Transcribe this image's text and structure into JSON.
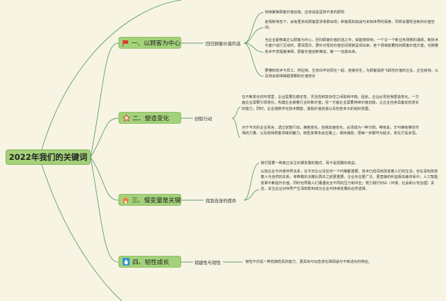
{
  "root": {
    "title": "2022年我们的关键词"
  },
  "branches": [
    {
      "title": "一、以顾客为中心",
      "icon": "red-flag-icon",
      "sub": "回归顾客价值的选",
      "leaves": [
        "持续聚焦顾客价值创造，应该说是坚持不变的原则",
        "疫情新常态下，会有更多的顾客需求场景出现；新格局的挑战与未知世界的探索，同样会展现全新的价值空间。",
        "当企业能够真正以顾客为中心，回归顾客价值的选之中，就能感受到，一个又一个新业务场景的涌现，新技术与客户进行互动时，更深层次、更针对性的价值空间便被呈现出来；各个领域前瞻性的顾客价值方案，也随着技术开发程度演绎，顾客价值创新推进，被一一创造出来。",
        "要懂积技术与员工、供应商、生态伙伴协同在一起，连接共生，为顾客提供飞跃性价值的企业，正在获得，以及将会获得跨越周期的价值增长"
      ]
    },
    {
      "title": "二、塑造变化",
      "icon": "star-icon",
      "sub": "创智行动",
      "leaves": [
        "在不断变化的环境里，企业需要在稳定性、灵活性和复杂性之间取得平衡。因此，企业必须自我塑造变化。一方面企业需要引领变化，构建企业被看行业的新价值；另一方面企业需要持续价值创造，让企业自身具备动态变化的能力。同时，企业借数字化技术赋能，激励价值创造以及包容多元的组织氛围。",
        "对于今天的企业而言，透过创智行动，拥抱变化，自我加速变化，必须成为一种习惯。唯有此，方可拥有掌控市场的力量，以及获得顾客青睐的魅力。转型变革永远在路上，保持谦逊，把每一步都作为起点，变化才是永恒。"
      ]
    },
    {
      "title": "三、慢变量是关键",
      "icon": "house-icon",
      "sub": "找到自身的使命",
      "leaves": [
        "我们需要一种真正关注长期发展的模式，而不是短期的收益。",
        "认知企业与外部世界关系，在今天比以往任何一个时期都重要。技术已经深刻改变着人们的生活，也在深刻改变着人与自然的关系，将带着的决策比再年之前更重要。企业负在更广泛、更直接的利益相关者体系中；人工智能变革不断提升价值，同时也导致人们遭遇完全不同的压力和冲击；努力践行ESG（环境、社会和公司治理）责任，关注企业对世界产生深刻影响成为企业可持续发展的必然选择。"
      ]
    },
    {
      "title": "四、韧性成长",
      "icon": "water-drop-icon",
      "sub": "韧建性与韧性",
      "leaves": [
        "韧性不仅是一种抵御危机的能力、更具有与动态变化相调适与不断进化的特征。"
      ]
    }
  ],
  "colors": {
    "line": "#5a9e6f",
    "node": "#a4d27a",
    "background": "#f8f4e4"
  }
}
